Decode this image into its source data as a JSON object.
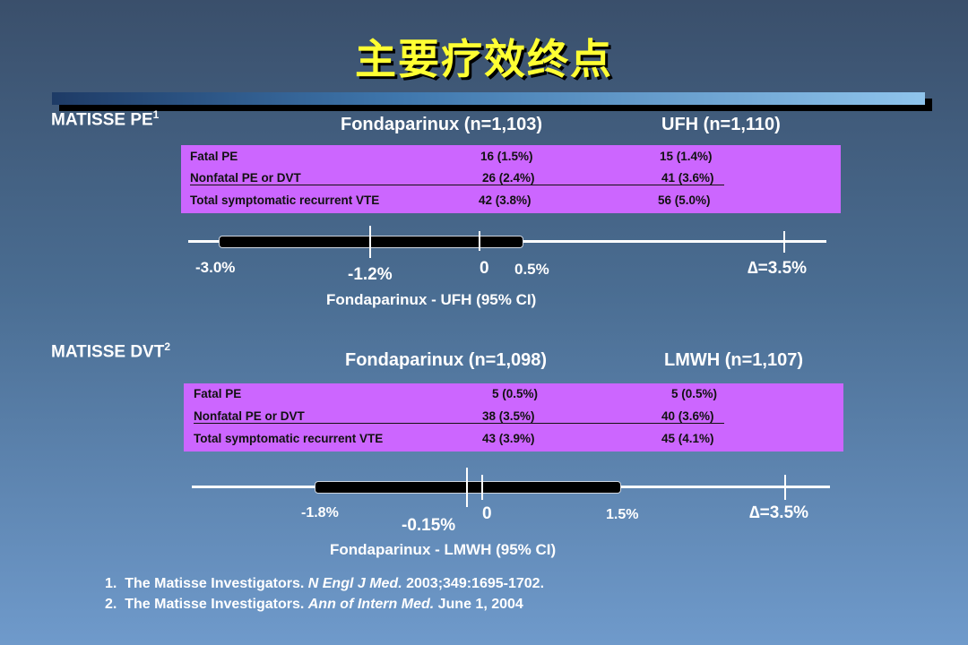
{
  "title": "主要疗效终点",
  "pe": {
    "label": "MATISSE PE",
    "sup": "1",
    "col1": "Fondaparinux (n=1,103)",
    "col2": "UFH (n=1,110)",
    "rows": [
      {
        "name": "Fatal PE",
        "c1": "16 (1.5%)",
        "c2": "15 (1.4%)"
      },
      {
        "name": "Nonfatal PE or DVT",
        "c1": "26 (2.4%)",
        "c2": "41 (3.6%)"
      },
      {
        "name": "Total symptomatic recurrent VTE",
        "c1": "42 (3.8%)",
        "c2": "56 (5.0%)"
      }
    ],
    "ci": {
      "lower_label": "-3.0%",
      "point_label": "-1.2%",
      "zero_label": "0",
      "upper_label": "0.5%",
      "delta_label": "∆=3.5%",
      "lower": -3.0,
      "point": -1.2,
      "upper": 0.5,
      "delta": 3.5
    },
    "axis_title": "Fondaparinux - UFH (95% CI)"
  },
  "dvt": {
    "label": "MATISSE DVT",
    "sup": "2",
    "col1": "Fondaparinux (n=1,098)",
    "col2": "LMWH (n=1,107)",
    "rows": [
      {
        "name": "Fatal PE",
        "c1": "5 (0.5%)",
        "c2": "5 (0.5%)"
      },
      {
        "name": "Nonfatal PE or DVT",
        "c1": "38 (3.5%)",
        "c2": "40 (3.6%)"
      },
      {
        "name": "Total symptomatic recurrent VTE",
        "c1": "43 (3.9%)",
        "c2": "45 (4.1%)"
      }
    ],
    "ci": {
      "lower_label": "-1.8%",
      "point_label": "-0.15%",
      "zero_label": "0",
      "upper_label": "1.5%",
      "delta_label": "∆=3.5%",
      "lower": -1.8,
      "point": -0.15,
      "upper": 1.5,
      "delta": 3.5
    },
    "axis_title": "Fondaparinux - LMWH (95% CI)"
  },
  "refs": [
    {
      "num": "1.",
      "pre": "The Matisse Investigators. ",
      "journal": "N Engl J Med.",
      "post": " 2003;349:1695-1702."
    },
    {
      "num": "2.",
      "pre": "The Matisse Investigators. ",
      "journal": "Ann of Intern Med.",
      "post": " June 1, 2004"
    }
  ]
}
